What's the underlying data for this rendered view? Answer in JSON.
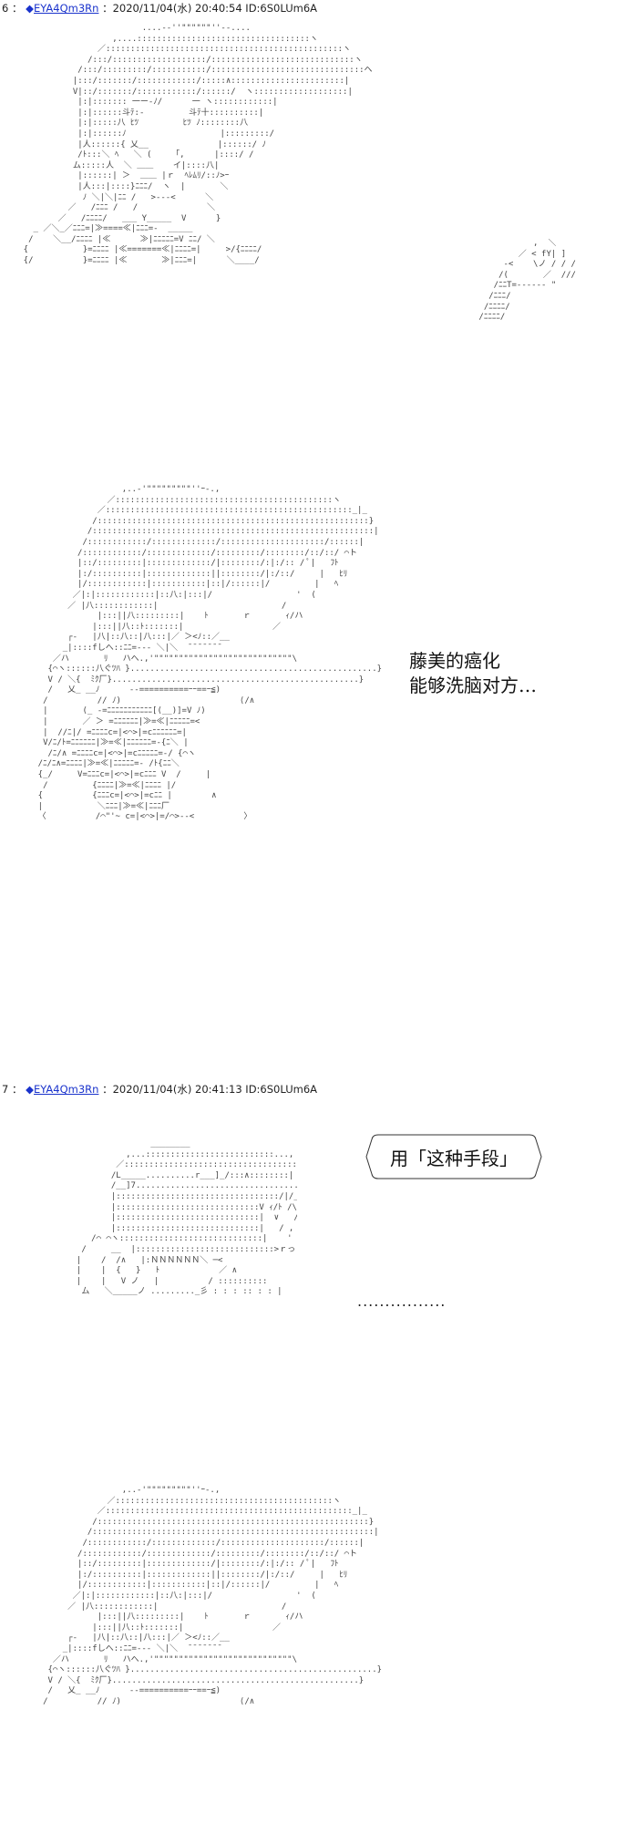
{
  "posts": [
    {
      "number": "6",
      "separator": "：",
      "diamond": "◆",
      "name": "EYA4Qm3Rn",
      "meta": "：2020/11/04(水) 20:40:54 ID:6S0LUm6A"
    },
    {
      "number": "7",
      "separator": "：",
      "diamond": "◆",
      "name": "EYA4Qm3Rn",
      "meta": "：2020/11/04(水) 20:41:13 ID:6S0LUm6A"
    }
  ],
  "captions": {
    "panel2_line1": "藤美的癌化",
    "panel2_line2": "能够洗脑对方…"
  },
  "speech": {
    "text": "用「这种手段」"
  },
  "ellipsis": "................",
  "art": {
    "panel1": "                            ....-‐''\"\"\"\"\"\"''‐-....\n                      ,....:::::::::::::::::::::::::::::::::::ヽ\n                   ／::::::::::::::::::::::::::::::::::::::::::::::::ヽ\n                 /:::/:::::::::::::::::::/:::::::::::::::::::::::::::::ヽ\n               /:::/:::::::::/:::::::::::/:::::::::::::::::::::::::::::::ヘ\n              |:::/:::::::/::::::::::::/:::::∧:::::::::::::::::::::::|\n              V|::/:::::::/::::::::::::/::::::/  ヽ:::::::::::::::::::|\n               |:|::::::: 一ー‐ﾉ/      一 ヽ::::::::::::|\n               |:|::::::斗ﾃ:‐         斗ﾃ十::::::::::|\n               |:|:::::八 ﾋﾂ         ﾋﾂ ﾉ::::::::八\n               |:|::::::ﾉ                   |:::::::::/\n               |人::::::{ 乂__              |::::::/ ﾉ\n               /ﾄ:::＼ ﾍ   ＼ (    「,      |::::/ /\n              ム:::::人  ＼ ＿＿    イ|::::八|\n               |::::::| ＞  ＿＿ |ｒ  ﾍﾚﾑﾘ/::ﾉ>ｰ\n               |人:::|::::}ﾆﾆﾆ/  ヽ  |       ＼\n                ﾉ ＼|＼|ﾆﾆ /   >‐‐‐<      ＼\n             ／   /ﾆﾆﾆ /   /              ＼\n           ／   /ﾆﾆﾆﾆ/   ___ Y_____  V      }\n      _ ／＼_／ﾆﾆﾆ=|≫====≪|ﾆﾆﾆ=-  _____\n     /    ＼__/ﾆﾆﾆﾆ |≪      ≫|ﾆﾆﾆﾆﾆ=V ﾆﾆ/ ＼\n    {           }=ﾆﾆﾆﾆ |≪=======≪|ﾆﾆﾆﾆ=|     >/{ﾆﾆﾆﾆ/\n    {/          }=ﾆﾆﾆﾆ |≪       ≫|ﾆﾆﾆ=|      ＼____/",
    "panel1_hand": "            ,  ＼\n         ／ < fY| ]\n      -<    \\ノ / / /\n     /(       ／  ///\n    /ﾆﾆT=------ \"\n   /ﾆﾆﾆ/\n  /ﾆﾆﾆﾆ/\n /ﾆﾆﾆﾆ/",
    "panel2": "                     ,..-'\"\"\"\"\"\"\"\"\"''ｰ-.,\n                  ／::::::::::::::::::::::::::::::::::::::::::::ヽ\n                ／::::::::::::::::::::::::::::::::::::::::::::::::::_|_\n               /:::::::::::::::::::::::::::::::::::::::::::::::::::::::}\n              /:::::::::::::::::::::::::::::::::::::::::::::::::::::::::|\n             /::::::::::::/:::::::::::::/:::::::::::::::::::::/::::::|\n            /::::::::::::/:::::::::::::/:::::::::/::::::::/::/::/ ⌒ト\n            |::/:::::::::|:::::::::::::/|::::::::/:|:/:: / ﾟ|   ﾌﾄ\n            |:/::::::::::|:::::::::::::||::::::::/|:/::/     |   ﾋﾘ\n            |/::::::::::::|:::::::::::|::|/::::::|/         |   ﾍ\n           ／|:|::::::::::::|::八:|:::|/                 '  (\n          ／ |八::::::::::::|                         /\n                |:::||八:::::::::|    ﾄ       ｒ       ｨ/ハ\n               |:::||八::ﾄ:::::::|                  ／\n          ┌‐   |八|::八::|八:::|／ ＞<ﾉ::／__\n         _|::::fしへ::ﾆﾆ=--- ＼|＼  ̄ ̄ ̄ ̄ ̄ ̄ ̄\n       ／ハ       ﾘ   ハへ.,'\"\"\"\"\"\"\"\"\"\"\"\"\"\"\"\"\"\"\"\"\"\"\"\"\"\"\"\"\\\n      {⌒ヽ::::::八ぐﾂﾊ }..................................................}\n      V / ＼{  ﾐｸ厂}..................................................}\n      /   乂_ __ﾉ      ‐‐==========ｰｰ==ｰ≦)\n     /          // ﾉ)                        ⟨/∧\n     |       (_ -=ﾆﾆﾆﾆﾆﾆﾆﾆﾆﾆﾆ[(__)]=V ﾉ)\n     |       ／ ＞ =ﾆﾆﾆﾆﾆﾆ|≫=≪|ﾆﾆﾆﾆﾆ=<\n     |  //ﾆ|/ =ﾆﾆﾆﾆc=|<⌒>|=cﾆﾆﾆﾆﾆﾆ=|\n     V/ﾆ/ﾄ=ﾆﾆﾆﾆﾆﾆ|≫=≪|ﾆﾆﾆﾆﾆﾆ=-{ﾆ＼ |\n      /ﾆ/∧ =ﾆﾆﾆﾆc=|<⌒>|=cﾆﾆﾆﾆﾆ=-/ {⌒ヽ\n    /ﾆ/ﾆ∧=ﾆﾆﾆﾆ|≫=≪|ﾆﾆﾆﾆﾆ=- /ﾄ{ﾆﾆ＼\n    {_/     V=ﾆﾆﾆc=|<⌒>|=cﾆﾆﾆ V  /     |\n     /         {ﾆﾆﾆﾆ|≫=≪|ﾆﾆﾆﾆ |/\n    {          {ﾆﾆﾆc=|<⌒>|=cﾆﾆ |        ∧\n    |           ＼ﾆﾆﾆ|≫=≪|ﾆﾆﾆ厂\n    〈          /⌒\"'~ c=|<⌒>|=/⌒>‐‐<          〉",
    "panel3": "                      ________\n                 ,...::::::::::::::::::::::::::...,\n               ／::::::::::::::::::::::::::::::::::::::＼\n              /L_____..........r___]_/:::∧::::::::|\n              /__]7....................................ー|:::::|\n              |:::::::::::::::::::::::::::::::::/|/_  |:::::|\n              |:::::::::::::::::::::::::::::V ｨ/ﾄ /\\/V\n              |:::::::::::::::::::::::::::::|  ∨   /\n              |:::::::::::::::::::::::::::::|   / ,\n          /⌒ ⌒ヽ:::::::::::::::::::::::::::::|    '\n        /     __  |::::::::::::::::::::::::::::>ｒっ  /\n       |    /  /∧   |:ＮＮＮＮＮＮ＼ ─<\n       |    |  {   }   ﾄ            ／ ∧\n       |    |   V ノ   |          / ::::::::::\n        ム   ＼_____ノ ........._彡 : : : :: : : |",
    "panel4": "                     ,..-'\"\"\"\"\"\"\"\"\"''ｰ-.,\n                  ／::::::::::::::::::::::::::::::::::::::::::::ヽ\n                ／::::::::::::::::::::::::::::::::::::::::::::::::::_|_\n               /:::::::::::::::::::::::::::::::::::::::::::::::::::::::}\n              /:::::::::::::::::::::::::::::::::::::::::::::::::::::::::|\n             /::::::::::::/:::::::::::::/:::::::::::::::::::::/::::::|\n            /::::::::::::/:::::::::::::/:::::::::/::::::::/::/::/ ⌒ト\n            |::/:::::::::|:::::::::::::/|::::::::/:|:/:: / ﾟ|   ﾌﾄ\n            |:/::::::::::|:::::::::::::||::::::::/|:/::/     |   ﾋﾘ\n            |/::::::::::::|:::::::::::|::|/::::::|/         |   ﾍ\n           ／|:|::::::::::::|::八:|:::|/                 '  (\n          ／ |八::::::::::::|                         /\n                |:::||八:::::::::|    ﾄ       ｒ       ｨ/ハ\n               |:::||八::ﾄ:::::::|                  ／\n          ┌‐   |八|::八::|八:::|／ ＞<ﾉ::／__\n         _|::::fしへ::ﾆﾆ=--- ＼|＼  ̄ ̄ ̄ ̄ ̄ ̄ ̄\n       ／ハ       ﾘ   ハへ.,'\"\"\"\"\"\"\"\"\"\"\"\"\"\"\"\"\"\"\"\"\"\"\"\"\"\"\"\"\\\n      {⌒ヽ::::::八ぐﾂﾊ }..................................................}\n      V / ＼{  ﾐｸ厂}..................................................}\n      /   乂_ __ﾉ      ‐‐==========ｰｰ==ｰ≦)\n     /          // ﾉ)                        ⟨/∧"
  }
}
